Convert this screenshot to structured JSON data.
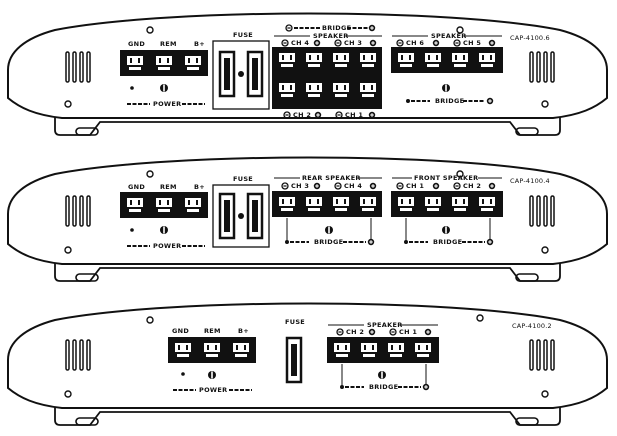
{
  "amplifiers": [
    {
      "model": "CAP-4100.6",
      "labels": {
        "gnd": "GND",
        "rem": "REM",
        "bplus": "B+",
        "power": "POWER",
        "fuse": "FUSE"
      },
      "top_bridge": "BRIDGE",
      "rear_section": {
        "title": "SPEAKER",
        "ch_top_left": "CH 4",
        "ch_top_right": "CH 3",
        "ch_bottom_left": "CH 2",
        "ch_bottom_right": "CH 1"
      },
      "front_section": {
        "title": "SPEAKER",
        "ch_left": "CH 6",
        "ch_right": "CH 5",
        "bridge": "BRIDGE"
      }
    },
    {
      "model": "CAP-4100.4",
      "labels": {
        "gnd": "GND",
        "rem": "REM",
        "bplus": "B+",
        "power": "POWER",
        "fuse": "FUSE"
      },
      "rear_section": {
        "title": "REAR SPEAKER",
        "ch_left": "CH 3",
        "ch_right": "CH 4",
        "bridge": "BRIDGE"
      },
      "front_section": {
        "title": "FRONT SPEAKER",
        "ch_left": "CH 1",
        "ch_right": "CH 2",
        "bridge": "BRIDGE"
      }
    },
    {
      "model": "CAP-4100.2",
      "labels": {
        "gnd": "GND",
        "rem": "REM",
        "bplus": "B+",
        "power": "POWER",
        "fuse": "FUSE"
      },
      "speaker_section": {
        "title": "SPEAKER",
        "ch_left": "CH 2",
        "ch_right": "CH 1",
        "bridge": "BRIDGE"
      }
    }
  ]
}
